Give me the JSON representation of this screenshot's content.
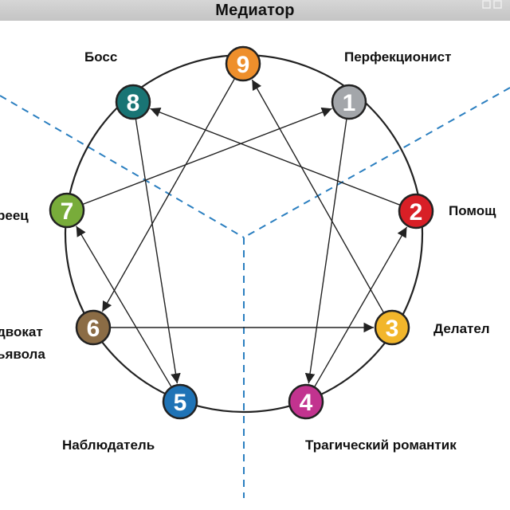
{
  "header": {
    "title": "Медиатор"
  },
  "types": [
    {
      "number": "1",
      "name": "Перфекционист",
      "color": "#a3a6aa"
    },
    {
      "number": "2",
      "name": "Помощ",
      "color": "#d81f26"
    },
    {
      "number": "3",
      "name": "Делател",
      "color": "#f2b62b"
    },
    {
      "number": "4",
      "name": "Трагический романтик",
      "color": "#c2338f"
    },
    {
      "number": "5",
      "name": "Наблюдатель",
      "color": "#1f73b6"
    },
    {
      "number": "6",
      "name": "двокат",
      "name2": "ьявола",
      "color": "#8b6c45"
    },
    {
      "number": "7",
      "name": "реец",
      "color": "#78ac3a"
    },
    {
      "number": "8",
      "name": "Босс",
      "color": "#197474"
    },
    {
      "number": "9",
      "name": "",
      "color": "#ee8f2c"
    }
  ],
  "arrows": [
    [
      "1",
      "4"
    ],
    [
      "4",
      "2"
    ],
    [
      "2",
      "8"
    ],
    [
      "8",
      "5"
    ],
    [
      "5",
      "7"
    ],
    [
      "7",
      "1"
    ],
    [
      "9",
      "6"
    ],
    [
      "6",
      "3"
    ],
    [
      "3",
      "9"
    ]
  ],
  "colors": {
    "circle": "#222222",
    "divider": "#2b7fc0",
    "arrow": "#222222"
  }
}
